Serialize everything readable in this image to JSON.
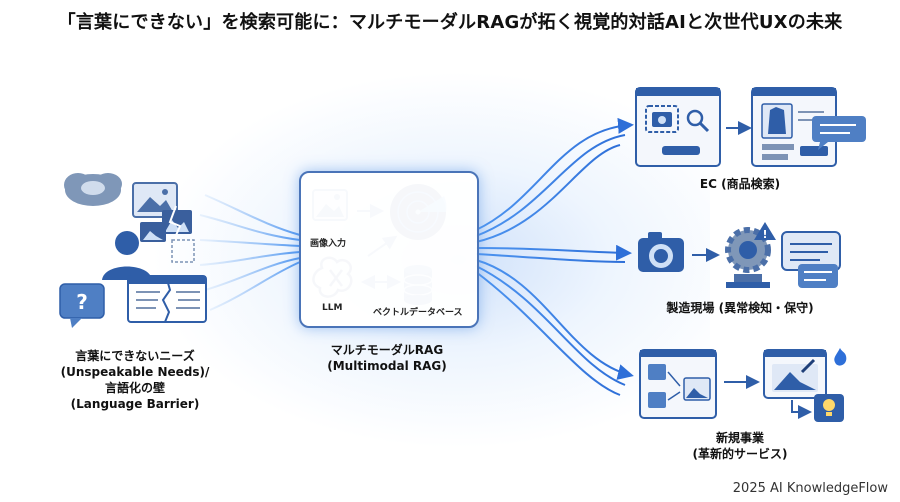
{
  "title": "「言葉にできない」を検索可能に：マルチモーダルRAGが拓く視覚的対話AIと次世代UXの未来",
  "left": {
    "label_lines": [
      "言葉にできないニーズ",
      "(Unspeakable Needs)/",
      "言語化の壁",
      "(Language Barrier)"
    ],
    "icons": [
      "cloud-icon",
      "image-icon",
      "broken-image-icon",
      "person-icon",
      "question-bubble-icon",
      "torn-document-icon"
    ]
  },
  "center": {
    "items": {
      "image_input": "画像入力",
      "llm": "LLM",
      "vector_db": "ベクトルデータベース"
    },
    "label_lines": [
      "マルチモーダルRAG",
      "(Multimodal RAG)"
    ]
  },
  "outputs": [
    {
      "label_lines": [
        "EC (商品検索)"
      ]
    },
    {
      "label_lines": [
        "製造現場 (異常検知・保守)"
      ]
    },
    {
      "label_lines": [
        "新規事業",
        "(革新的サービス)"
      ]
    }
  ],
  "footer": "2025 AI KnowledgeFlow",
  "colors": {
    "accent": "#2e6fd8",
    "dark_blue": "#2f5ea8",
    "light_blue": "#cfe0f6",
    "glow": "#5aa0ff"
  }
}
